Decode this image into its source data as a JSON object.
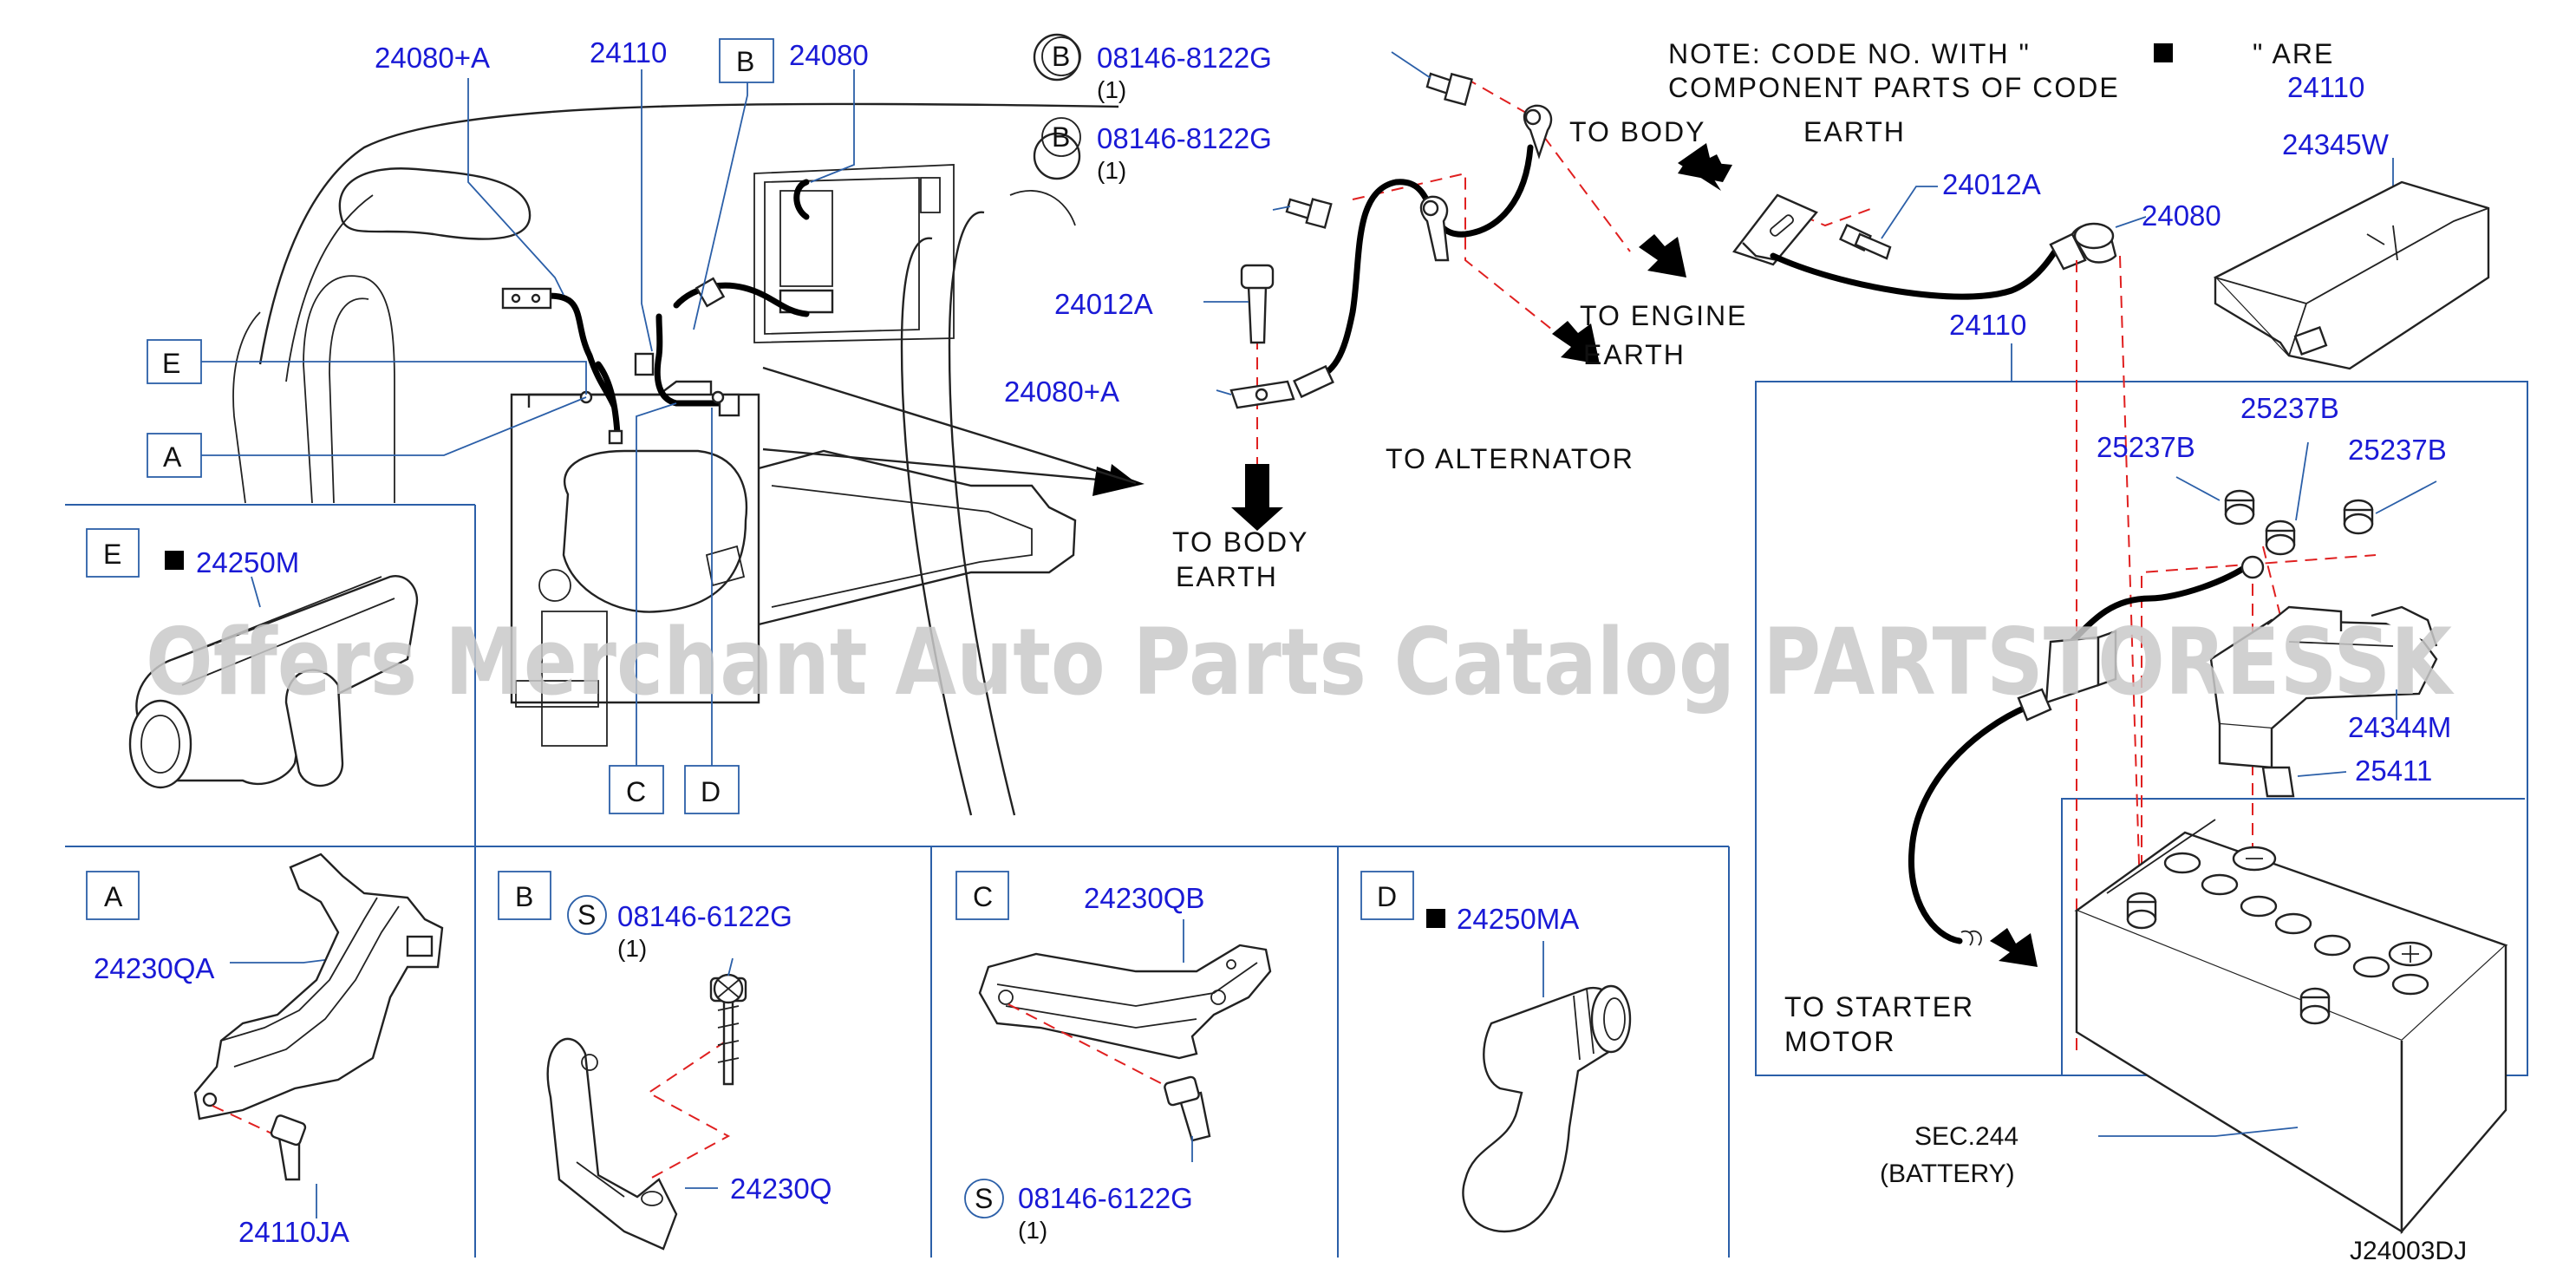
{
  "note": {
    "line1_before": "NOTE:  CODE  NO.  WITH  \"",
    "line1_after": "\"  ARE",
    "line2": "COMPONENT  PARTS  OF  CODE",
    "line3": "24110"
  },
  "callouts": {
    "p24080A_top": "24080+A",
    "p24110_top": "24110",
    "p24080_top": "24080",
    "b_bolt1": "08146-8122G",
    "b_bolt1_qty": "(1)",
    "b_bolt2": "08146-8122G",
    "b_bolt2_qty": "(1)",
    "p24012A_left": "24012A",
    "p24080A_mid": "24080+A",
    "p24012A_right": "24012A",
    "p24080_right": "24080",
    "p24345W": "24345W",
    "p24110_right": "24110",
    "p25237B_1": "25237B",
    "p25237B_2": "25237B",
    "p25237B_3": "25237B",
    "p24344M": "24344M",
    "p25411": "25411",
    "p24250M": "24250M",
    "p24230QA": "24230QA",
    "p24110JA": "24110JA",
    "s_bolt_b": "08146-6122G",
    "s_bolt_b_qty": "(1)",
    "p24230Q": "24230Q",
    "p24230QB": "24230QB",
    "s_bolt_c": "08146-6122G",
    "s_bolt_c_qty": "(1)",
    "p24250MA": "24250MA"
  },
  "destinations": {
    "body_earth_top_1": "TO  BODY",
    "body_earth_top_2": "EARTH",
    "engine_earth_1": "TO  ENGINE",
    "engine_earth_2": "EARTH",
    "alternator": "TO  ALTERNATOR",
    "body_earth_low_1": "TO  BODY",
    "body_earth_low_2": "EARTH",
    "starter_1": "TO  STARTER",
    "starter_2": "MOTOR"
  },
  "battery": {
    "line1": "SEC.244",
    "line2": "(BATTERY)"
  },
  "letters": {
    "A": "A",
    "B": "B",
    "C": "C",
    "D": "D",
    "E": "E",
    "S": "S"
  },
  "diagram_code": "J24003DJ",
  "watermark": "Offers Merchant Auto Parts Catalog PARTSTORESSK",
  "colors": {
    "callout_text": "#1a1ad6",
    "leader": "#2b5fa8",
    "dashed_guide": "#e02020",
    "watermark": "#c9c9c9"
  }
}
